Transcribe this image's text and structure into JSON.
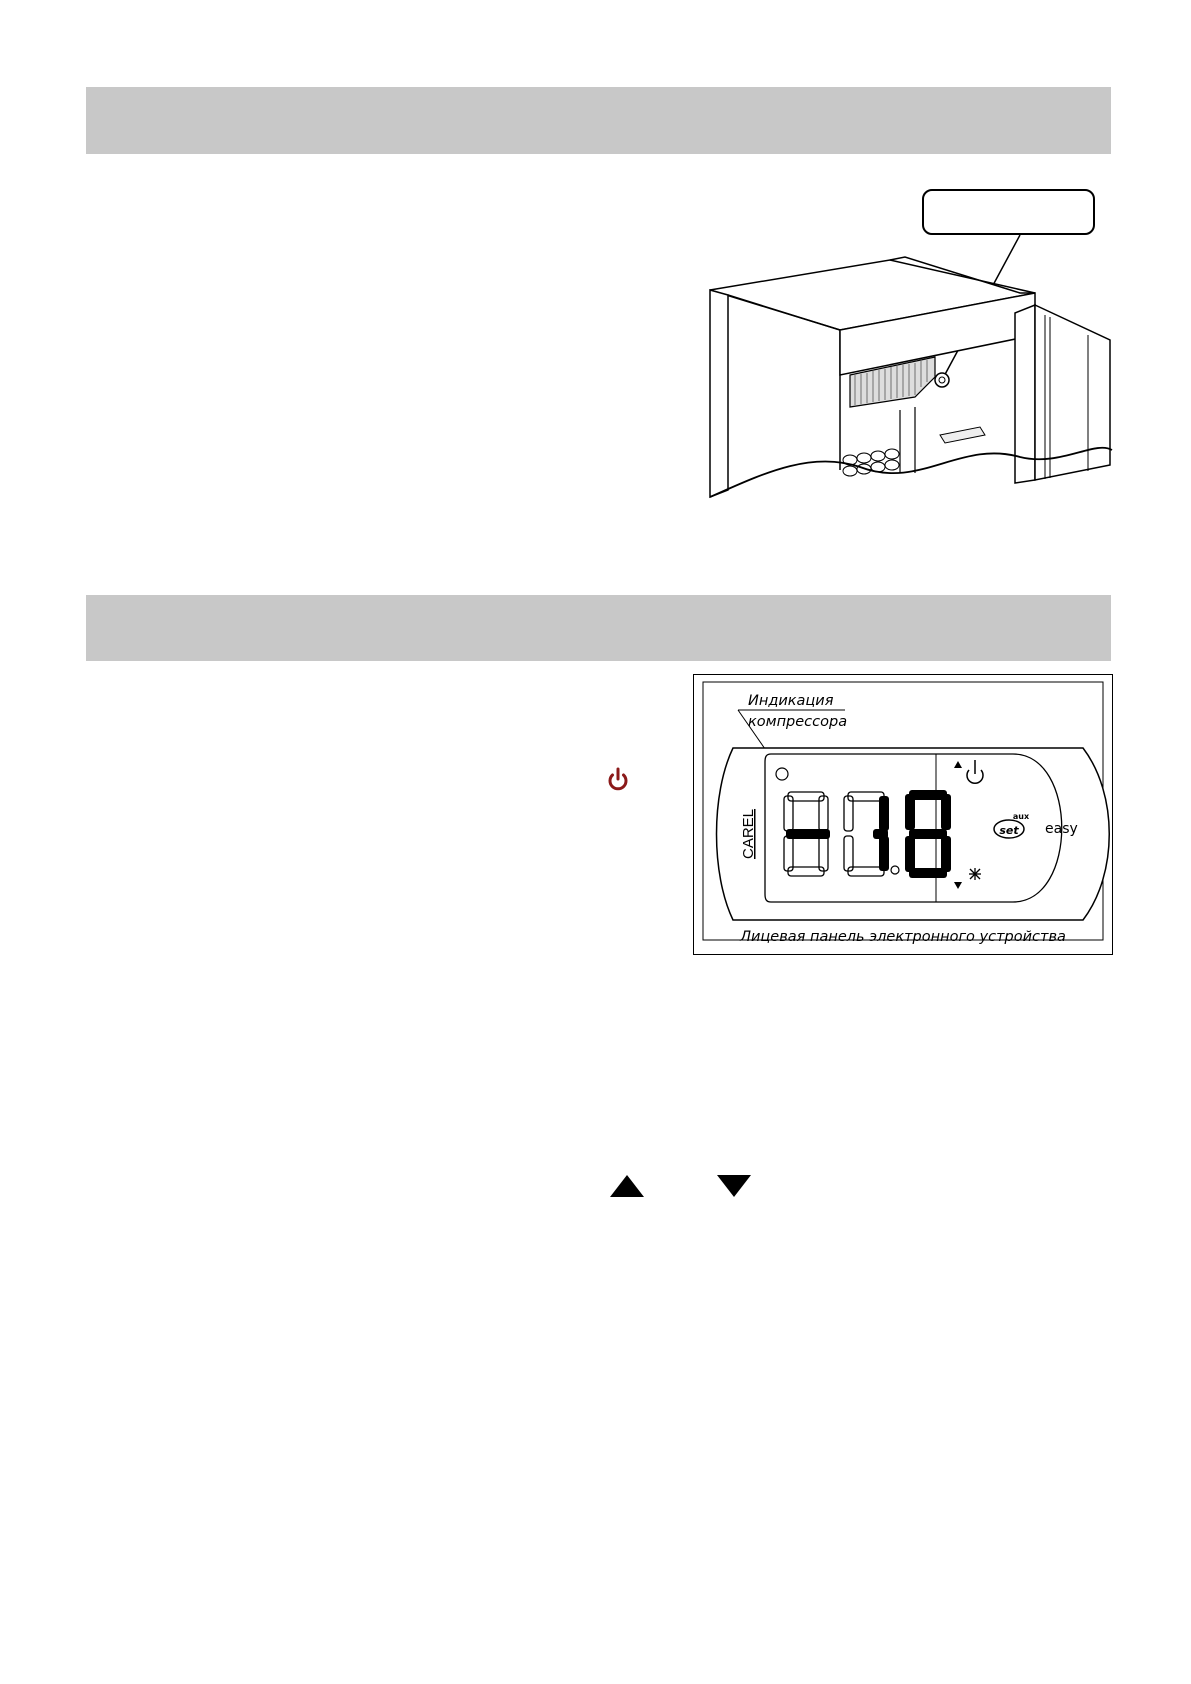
{
  "figure_panel": {
    "label_indicator_line1": "Индикация",
    "label_indicator_line2": "компрессора",
    "brand": "CAREL",
    "display_value": "-18",
    "set_button": "set",
    "set_button_sub": "aux",
    "easy_label": "easy",
    "caption": "Лицевая панель электронного устройства"
  },
  "icons": {
    "power": "power-icon",
    "arrow_up": "arrow-up-icon",
    "arrow_down": "arrow-down-icon",
    "snowflake": "snowflake-icon"
  },
  "colors": {
    "section_band": "#c8c8c8",
    "power_icon": "#8b1a1a"
  }
}
